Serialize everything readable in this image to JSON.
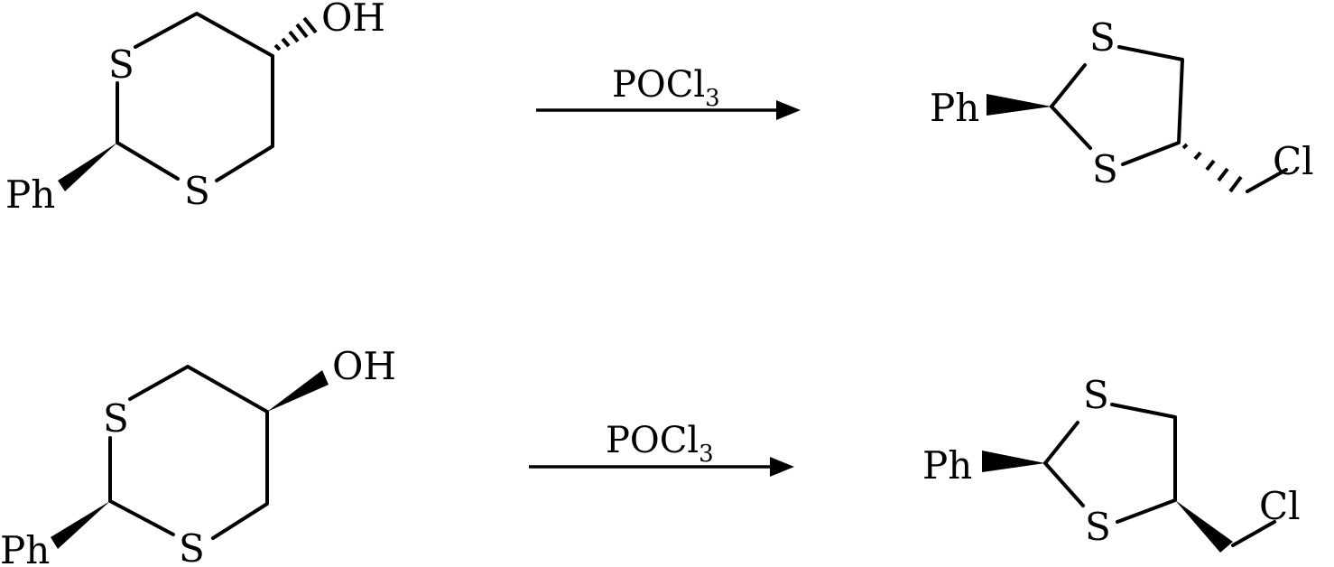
{
  "reactions": [
    {
      "reactant": {
        "ring_atoms": [
          "S",
          "S"
        ],
        "substituents": [
          "Ph",
          "OH"
        ]
      },
      "reagent": {
        "text": "POCl",
        "subscript": "3"
      },
      "product": {
        "ring_atoms": [
          "S",
          "S"
        ],
        "substituents": [
          "Ph",
          "Cl"
        ]
      }
    },
    {
      "reactant": {
        "ring_atoms": [
          "S",
          "S"
        ],
        "substituents": [
          "Ph",
          "OH"
        ]
      },
      "reagent": {
        "text": "POCl",
        "subscript": "3"
      },
      "product": {
        "ring_atoms": [
          "S",
          "S"
        ],
        "substituents": [
          "Ph",
          "Cl"
        ]
      }
    }
  ]
}
